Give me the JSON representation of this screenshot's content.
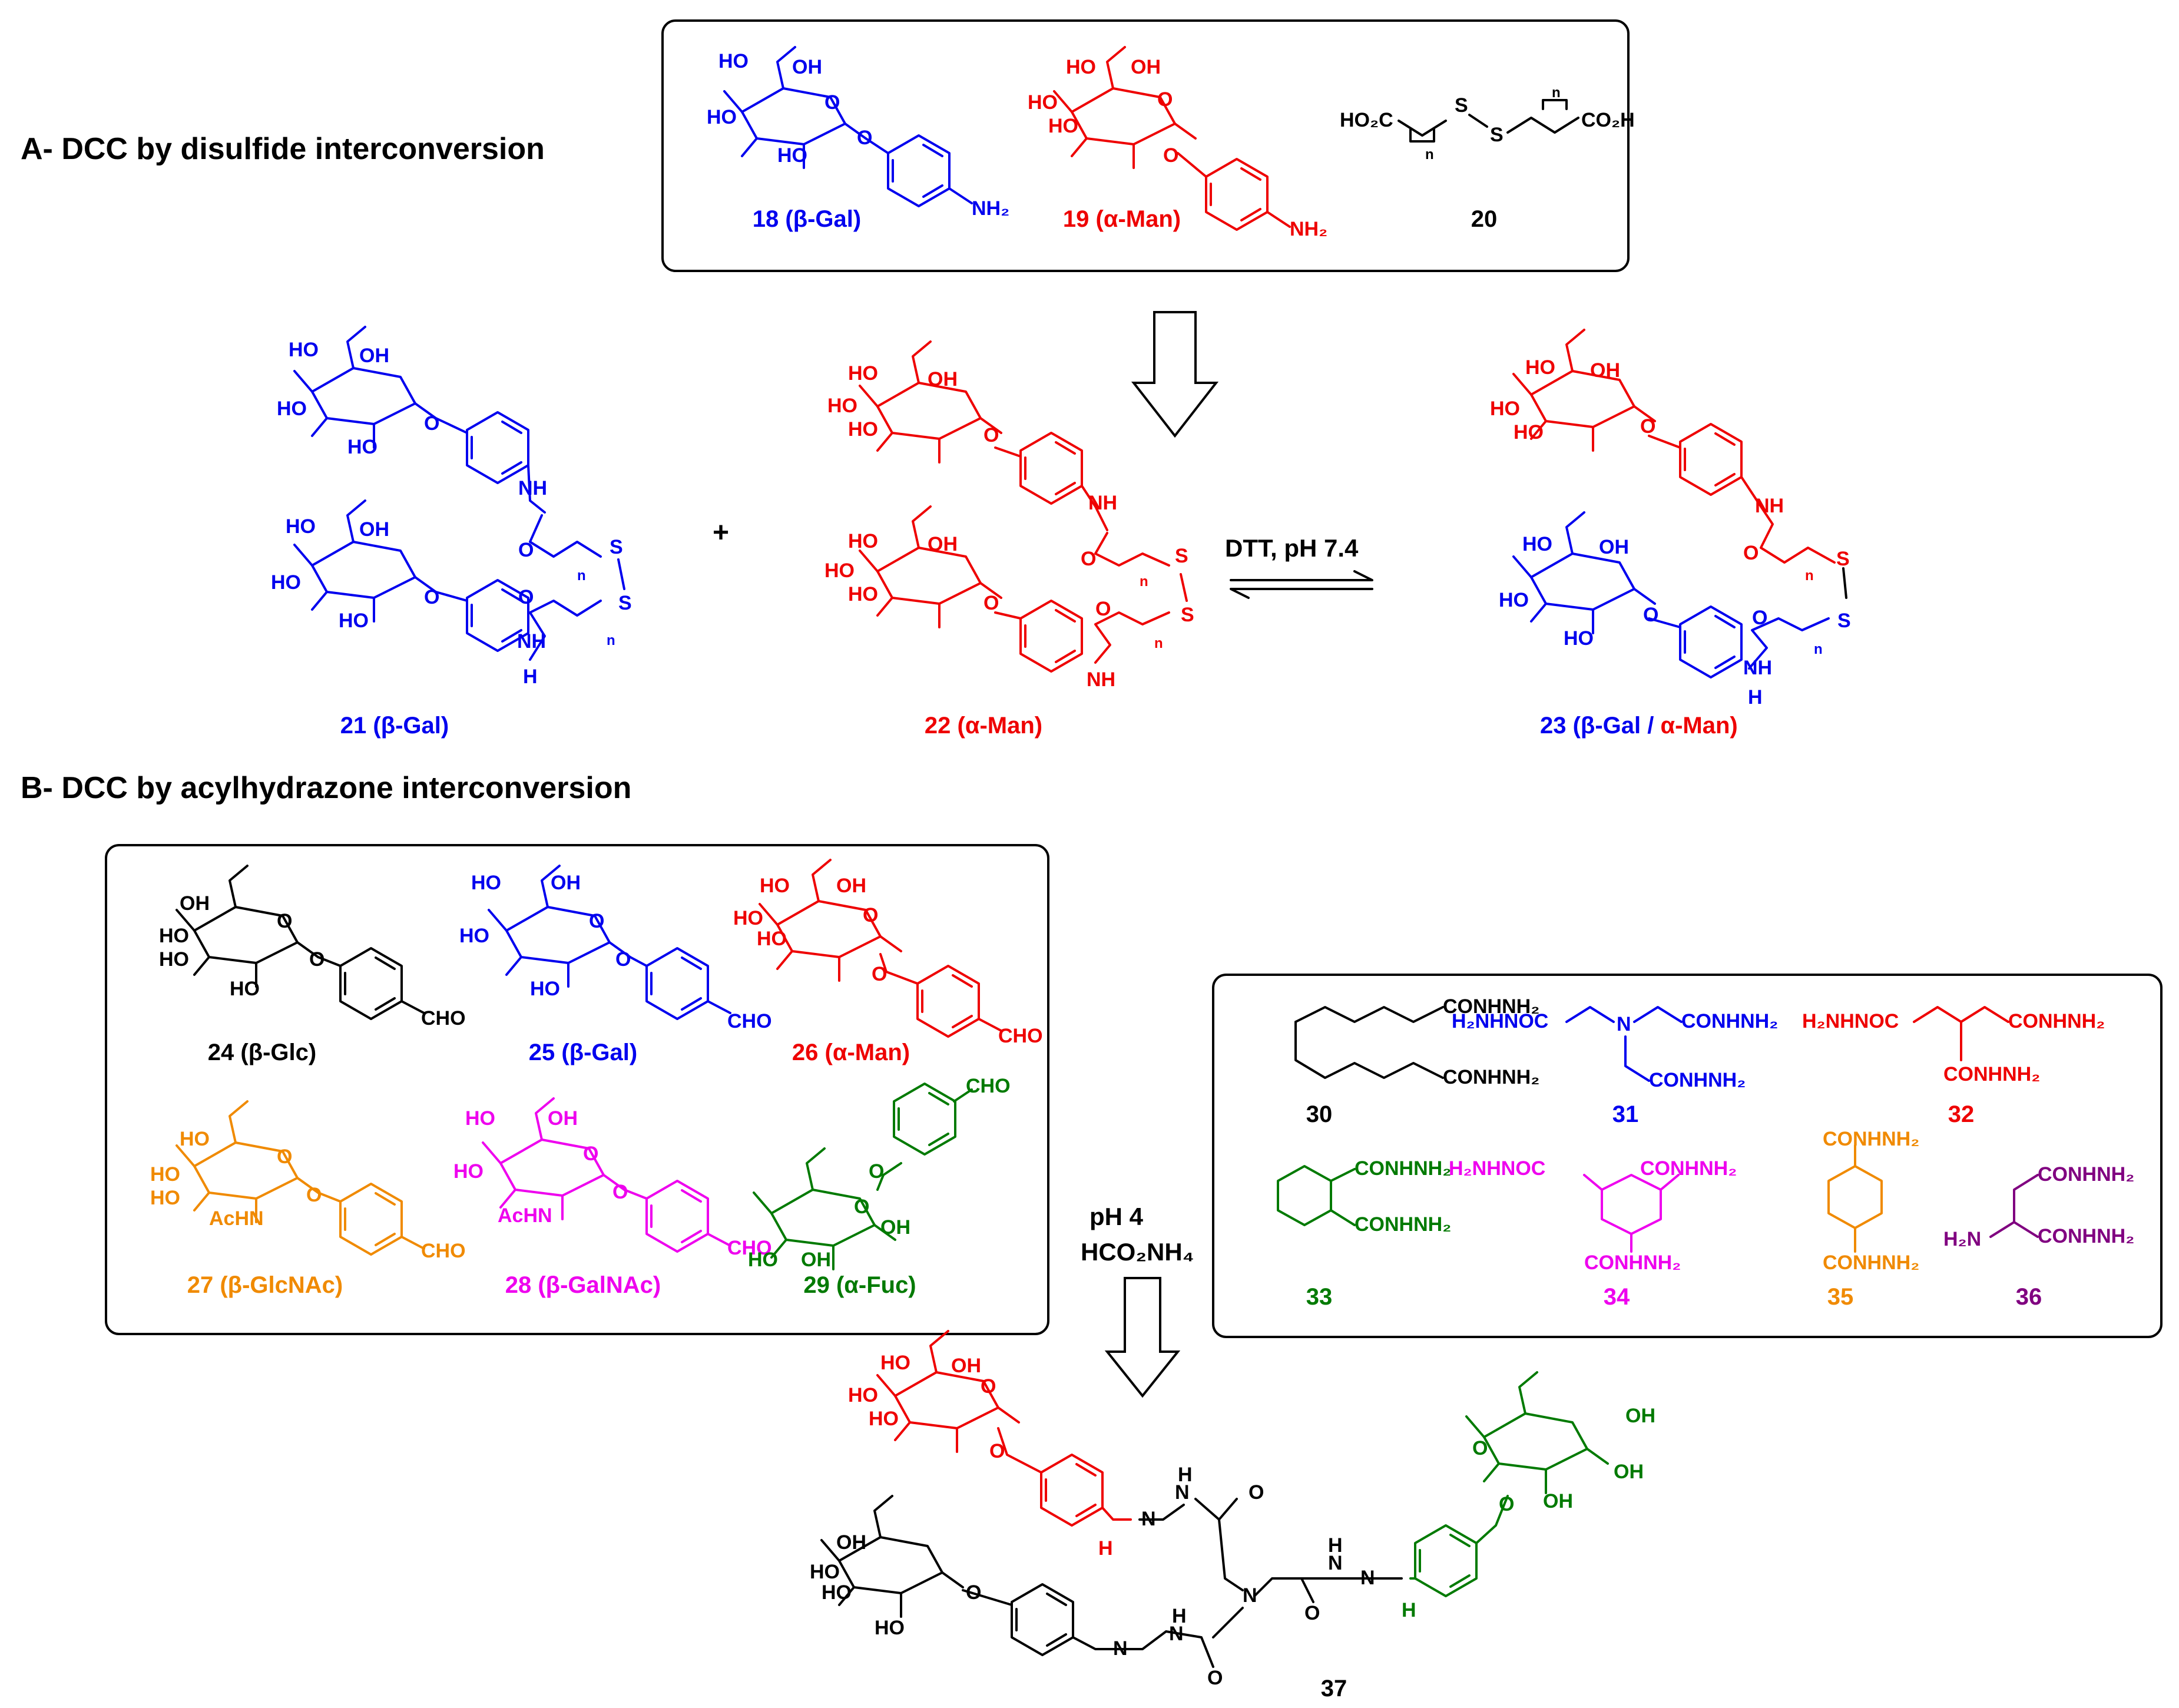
{
  "colors": {
    "black": "#000000",
    "blue": "#0000ee",
    "red": "#ee0000",
    "orange": "#f08a00",
    "magenta": "#ee00ee",
    "green": "#007a00",
    "purple": "#800080"
  },
  "sectionA": {
    "title": "A- DCC by disulfide interconversion",
    "box_labels": [
      "18 (β-Gal)",
      "19 (α-Man)",
      "20"
    ],
    "compound_20": {
      "left": "HO₂C",
      "right": "CO₂H",
      "n": "n",
      "s": "S"
    },
    "conditions": "DTT, pH 7.4",
    "plus": "+",
    "products": [
      "21 (β-Gal)",
      "22 (α-Man)"
    ],
    "product_23_prefix": "23 (β-Gal /",
    "product_23_suffix": " α-Man)"
  },
  "sectionB": {
    "title": "B- DCC by acylhydrazone interconversion",
    "aldehydes": [
      "24 (β-Glc)",
      "25 (β-Gal)",
      "26 (α-Man)",
      "27 (β-GlcNAc)",
      "28 (β-GalNAc)",
      "29 (α-Fuc)"
    ],
    "hydrazides": [
      "30",
      "31",
      "32",
      "33",
      "34",
      "35",
      "36"
    ],
    "conditions_line1": "pH 4",
    "conditions_line2": "HCO₂NH₄",
    "product": "37"
  },
  "atoms": {
    "HO": "HO",
    "OH": "OH",
    "O": "O",
    "NH2": "NH₂",
    "NH": "NH",
    "N": "N",
    "H": "H",
    "S": "S",
    "n": "n",
    "CHO": "CHO",
    "AcHN": "AcHN",
    "H2N": "H₂N",
    "CONHNH2": "CONHNH₂",
    "H2NHNOC": "H₂NHNOC"
  }
}
